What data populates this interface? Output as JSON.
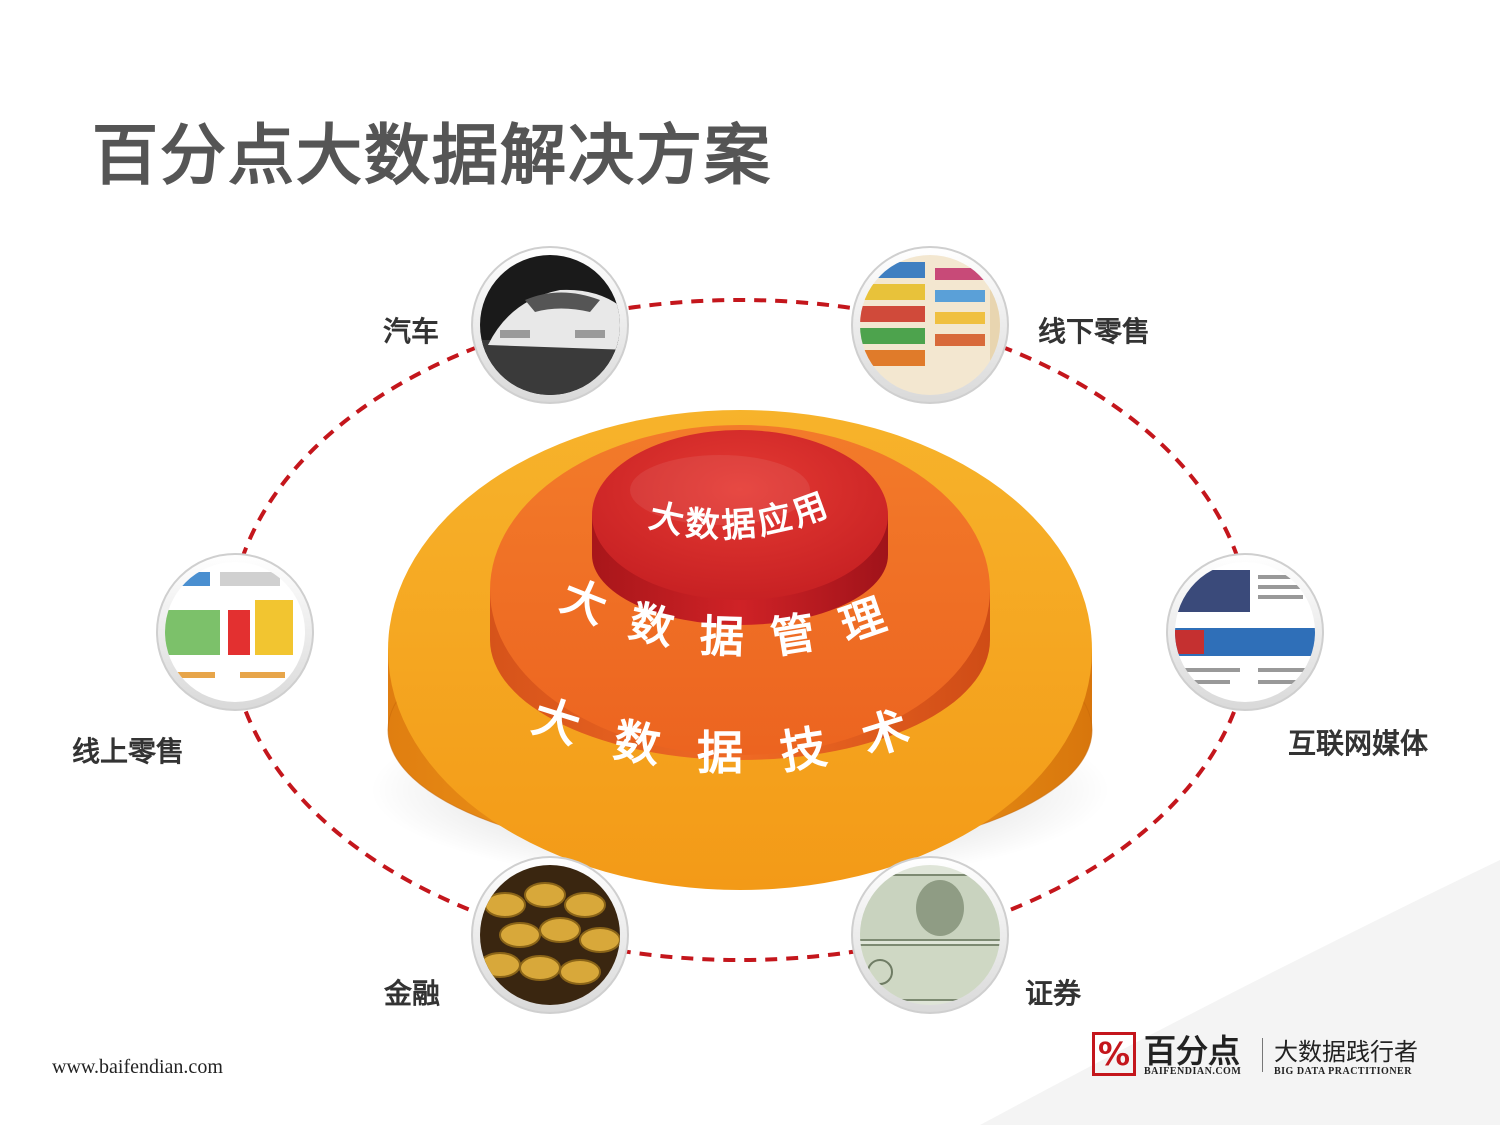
{
  "page": {
    "title": "百分点大数据解决方案",
    "website": "www.baifendian.com"
  },
  "diagram": {
    "core_layers": [
      {
        "label": "大数据应用",
        "color": "#d42a2a"
      },
      {
        "label": "大数据管理",
        "color": "#ee6a22"
      },
      {
        "label": "大数据技术",
        "color": "#f5a020"
      }
    ],
    "industries": [
      {
        "label": "汽车",
        "icon": "sports-car-image"
      },
      {
        "label": "线下零售",
        "icon": "supermarket-shelves-image"
      },
      {
        "label": "线上零售",
        "icon": "online-shop-page-image"
      },
      {
        "label": "互联网媒体",
        "icon": "news-website-image"
      },
      {
        "label": "金融",
        "icon": "gold-coins-image"
      },
      {
        "label": "证券",
        "icon": "dollar-bills-image"
      }
    ],
    "ring_color": "#c4161c"
  },
  "brand": {
    "logo_glyph": "%",
    "name": "百分点",
    "domain": "BAIFENDIAN.COM",
    "slogan": "大数据践行者",
    "slogan_en": "BIG DATA PRACTITIONER"
  }
}
